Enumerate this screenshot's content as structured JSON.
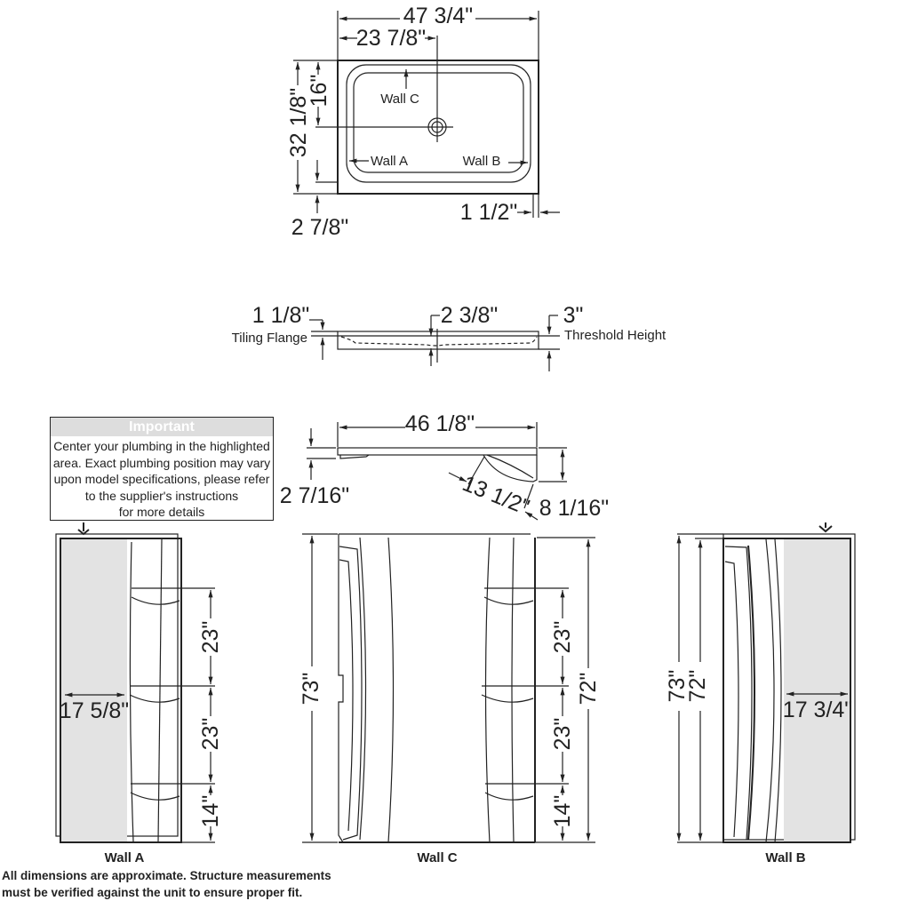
{
  "top_view": {
    "overall_width": "47 3/4\"",
    "drain_offset_x": "23 7/8\"",
    "overall_depth": "32 1/8\"",
    "drain_offset_y": "16\"",
    "threshold_depth": "2 7/8\"",
    "flange_width": "1 1/2\"",
    "wall_labels": {
      "c": "Wall C",
      "a": "Wall A",
      "b": "Wall B"
    }
  },
  "side_view": {
    "tiling_flange_dim": "1 1/8\"",
    "tiling_flange_label": "Tiling Flange",
    "drain_depth_dim": "2 3/8\"",
    "threshold_dim": "3\"",
    "threshold_label": "Threshold Height"
  },
  "profile_view": {
    "width": "46 1/8\"",
    "thickness": "2 7/16\"",
    "diagonal": "13 1/2\"",
    "corner_depth": "8 1/16\""
  },
  "important_note": {
    "title": "Important",
    "lines": [
      "Center your plumbing in the highlighted",
      "area. Exact plumbing position may vary",
      "upon model specifications, please refer",
      "to the supplier's instructions",
      "for more details"
    ]
  },
  "walls": {
    "wall_a": {
      "caption": "Wall A",
      "plumbing_width": "17 5/8\"",
      "shelf_gap_1": "23\"",
      "shelf_gap_2": "23\"",
      "bottom_gap": "14\""
    },
    "wall_c": {
      "caption": "Wall C",
      "height_outer": "73\"",
      "height_inner": "72\"",
      "shelf_gap_1": "23\"",
      "shelf_gap_2": "23\"",
      "bottom_gap": "14\""
    },
    "wall_b": {
      "caption": "Wall B",
      "height_outer": "73\"",
      "height_inner": "72\"",
      "plumbing_width": "17 3/4\""
    }
  },
  "disclaimer": {
    "line1": "All dimensions are approximate. Structure measurements",
    "line2": "must be verified against the unit to ensure proper fit."
  },
  "colors": {
    "line": "#222222",
    "highlight": "#e3e3e3"
  }
}
